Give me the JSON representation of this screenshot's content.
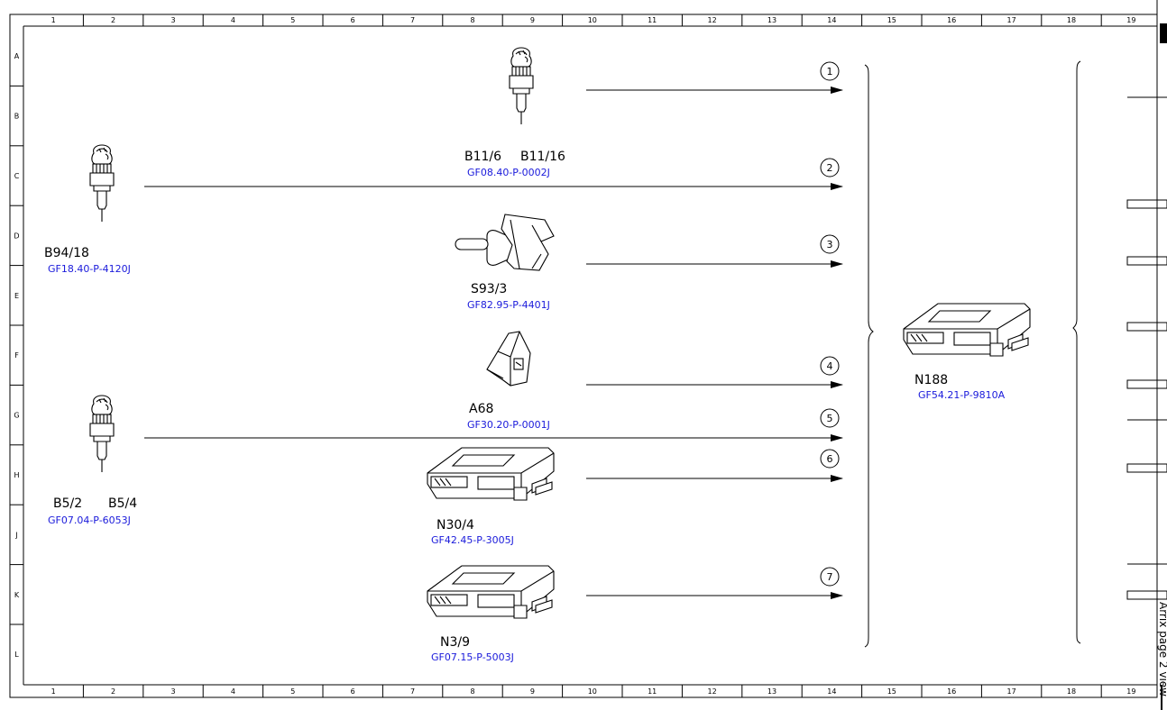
{
  "grid": {
    "columns": [
      "1",
      "2",
      "3",
      "4",
      "5",
      "6",
      "7",
      "8",
      "9",
      "10",
      "11",
      "12",
      "13",
      "14",
      "15",
      "16",
      "17",
      "18",
      "19"
    ],
    "rows": [
      "A",
      "B",
      "C",
      "D",
      "E",
      "F",
      "G",
      "H",
      "J",
      "K",
      "L"
    ]
  },
  "components": [
    {
      "id": "b11",
      "icon": "temperature-sensor-icon",
      "labels": [
        "B11/6",
        "B11/16"
      ],
      "ref": "GF08.40-P-0002J"
    },
    {
      "id": "b94",
      "icon": "temperature-sensor-icon",
      "labels": [
        "B94/18"
      ],
      "ref": "GF18.40-P-4120J"
    },
    {
      "id": "s93",
      "icon": "toggle-switch-icon",
      "labels": [
        "S93/3"
      ],
      "ref": "GF82.95-P-4401J"
    },
    {
      "id": "a68",
      "icon": "sensor-bracket-icon",
      "labels": [
        "A68"
      ],
      "ref": "GF30.20-P-0001J"
    },
    {
      "id": "b5",
      "icon": "temperature-sensor-icon",
      "labels": [
        "B5/2",
        "B5/4"
      ],
      "ref": "GF07.04-P-6053J"
    },
    {
      "id": "n30",
      "icon": "control-unit-icon",
      "labels": [
        "N30/4"
      ],
      "ref": "GF42.45-P-3005J"
    },
    {
      "id": "n3",
      "icon": "control-unit-icon",
      "labels": [
        "N3/9"
      ],
      "ref": "GF07.15-P-5003J"
    },
    {
      "id": "n188",
      "icon": "control-unit-icon",
      "labels": [
        "N188"
      ],
      "ref": "GF54.21-P-9810A"
    }
  ],
  "signals": [
    "1",
    "2",
    "3",
    "4",
    "5",
    "6",
    "7"
  ],
  "edge_note": "Arrix page 2 view"
}
